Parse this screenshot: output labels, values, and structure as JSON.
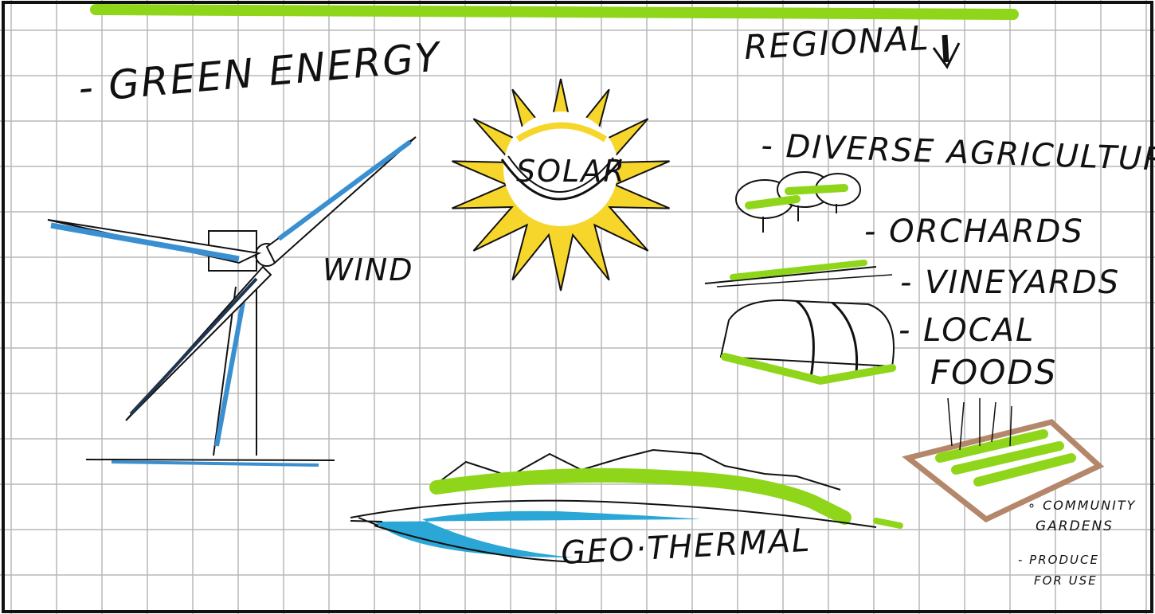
{
  "page": {
    "background": "#ffffff",
    "grid_color": "#b8b8b8",
    "border_color": "#111111"
  },
  "colors": {
    "accent_green": "#8fd61b",
    "solar_yellow": "#f7d62c",
    "wind_blue": "#3a8fd0",
    "water_blue": "#2aa7d6",
    "soil_brown": "#b4876a",
    "ink": "#111111"
  },
  "labels": {
    "green_energy": "- GREEN ENERGY",
    "regional": "REGIONAL",
    "solar": "SOLAR",
    "wind": "WIND",
    "geothermal": "GEO·THERMAL",
    "diverse_agriculture": "- DIVERSE AGRICULTURE",
    "orchards": "- ORCHARDS",
    "vineyards": "- VINEYARDS",
    "local": "- LOCAL",
    "foods": "FOODS",
    "community": "∘ COMMUNITY",
    "gardens": "GARDENS",
    "produce": "- PRODUCE",
    "for_use": "FOR USE"
  },
  "icons": [
    "wind-turbine-icon",
    "sun-icon",
    "down-arrow-icon",
    "tree-icon",
    "vineyard-icon",
    "greenhouse-icon",
    "garden-bed-icon",
    "geothermal-landscape-icon"
  ]
}
